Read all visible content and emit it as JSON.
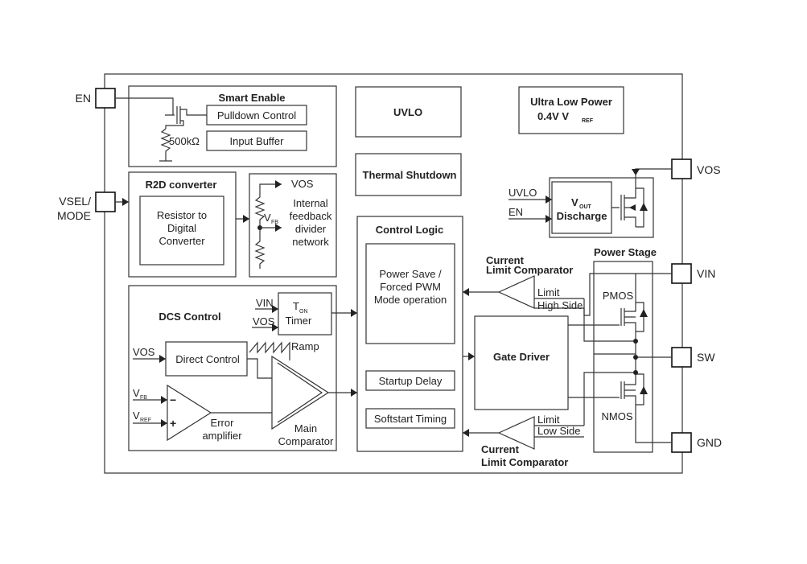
{
  "pins": {
    "en": "EN",
    "vsel_line1": "VSEL/",
    "vsel_line2": "MODE",
    "vos": "VOS",
    "vin": "VIN",
    "sw": "SW",
    "gnd": "GND"
  },
  "smart_enable": {
    "title": "Smart Enable",
    "pulldown": "Pulldown Control",
    "input_buffer": "Input Buffer",
    "resistor": "500kΩ"
  },
  "r2d": {
    "title": "R2D converter",
    "line1": "Resistor to",
    "line2": "Digital",
    "line3": "Converter"
  },
  "feedback": {
    "vos": "VOS",
    "v": "V",
    "fb_sub": "FB",
    "line1": "Internal",
    "line2": "feedback",
    "line3": "divider",
    "line4": "network"
  },
  "dcs": {
    "title": "DCS Control",
    "vin": "VIN",
    "vos": "VOS",
    "t": "T",
    "on_sub": "ON",
    "timer": "Timer",
    "ramp": "Ramp",
    "vos_direct": "VOS",
    "direct_control": "Direct Control",
    "v": "V",
    "fb_sub": "FB",
    "ref_sub": "REF",
    "minus": "−",
    "plus": "+",
    "error1": "Error",
    "error2": "amplifier",
    "main1": "Main",
    "main2": "Comparator"
  },
  "uvlo": "UVLO",
  "thermal": "Thermal Shutdown",
  "ulp": {
    "line1": "Ultra Low Power",
    "line2a": "0.4V V",
    "ref_sub": "REF"
  },
  "discharge": {
    "uvlo": "UVLO",
    "en": "EN",
    "v": "V",
    "out_sub": "OUT",
    "label": "Discharge"
  },
  "control_logic": {
    "title": "Control Logic",
    "ps1": "Power Save /",
    "ps2": "Forced PWM",
    "ps3": "Mode operation",
    "startup": "Startup Delay",
    "softstart": "Softstart Timing"
  },
  "current_limit_top": {
    "line1": "Current",
    "line2": "Limit Comparator",
    "limit": "Limit",
    "side": "High Side"
  },
  "current_limit_bottom": {
    "line1": "Current",
    "line2": "Limit Comparator",
    "limit": "Limit",
    "side": "Low Side"
  },
  "gate_driver": "Gate Driver",
  "power_stage": {
    "title": "Power Stage",
    "pmos": "PMOS",
    "nmos": "NMOS"
  }
}
